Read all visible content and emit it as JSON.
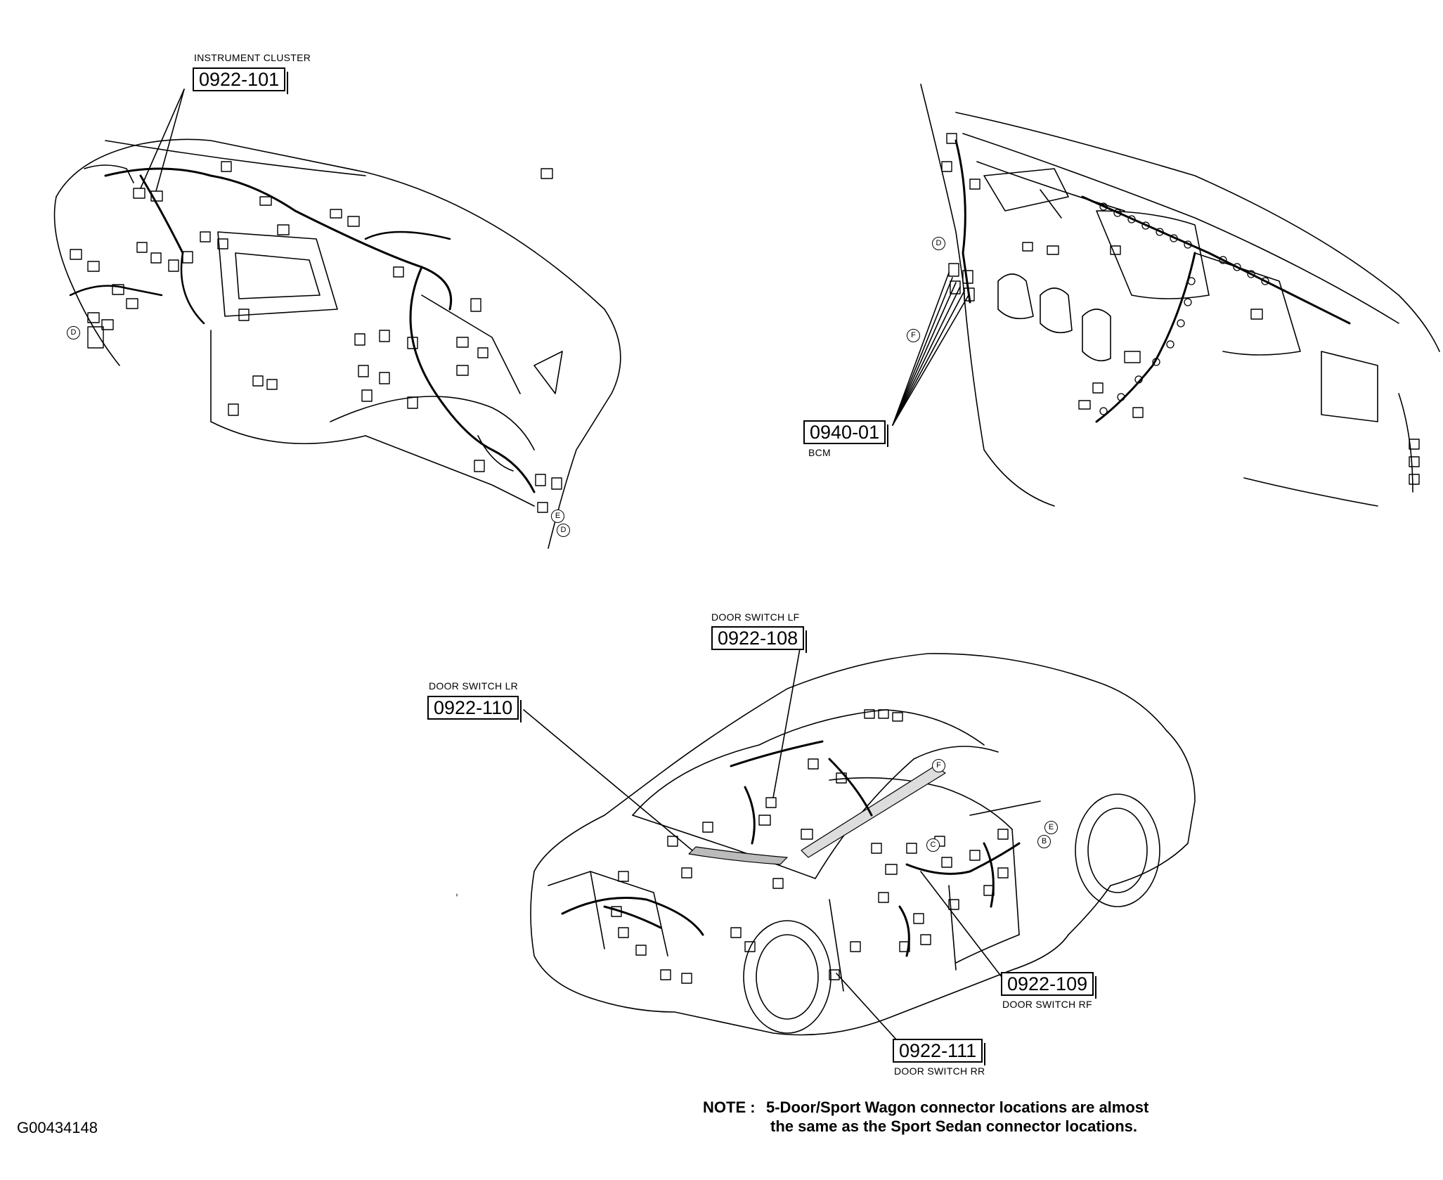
{
  "figure_id": "G00434148",
  "callouts": {
    "instrument_cluster": {
      "code": "0922-101",
      "label": "INSTRUMENT CLUSTER"
    },
    "bcm": {
      "code": "0940-01",
      "label": "BCM"
    },
    "door_switch_lf": {
      "code": "0922-108",
      "label": "DOOR SWITCH LF"
    },
    "door_switch_lr": {
      "code": "0922-110",
      "label": "DOOR SWITCH LR"
    },
    "door_switch_rf": {
      "code": "0922-109",
      "label": "DOOR SWITCH RF"
    },
    "door_switch_rr": {
      "code": "0922-111",
      "label": "DOOR SWITCH RR"
    }
  },
  "markers": {
    "d1": "D",
    "d2": "D",
    "d3": "D",
    "e1": "E",
    "f1": "F",
    "f2": "F",
    "e2": "E",
    "b1": "B",
    "c1": "C"
  },
  "note": {
    "key": "NOTE :",
    "line1": "5-Door/Sport Wagon connector locations are almost",
    "line2": "the same as the Sport Sedan connector locations."
  }
}
